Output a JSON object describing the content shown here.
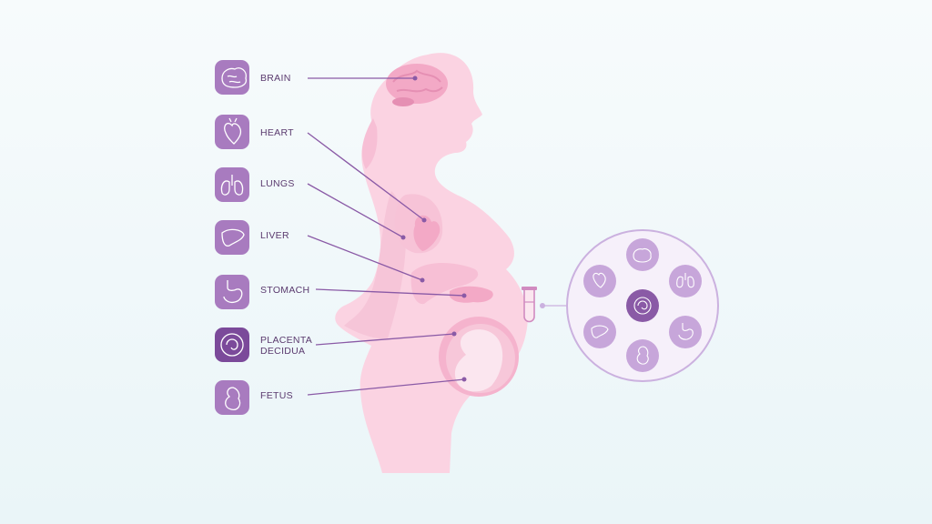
{
  "colors": {
    "tile": "#a87bbf",
    "tile_dark": "#7b4a9a",
    "leader_line": "#8a5aa6",
    "label_text": "#5a3a6e",
    "body_silhouette": "#fbd3e2",
    "organ": "#f3a9c6",
    "organ_dark": "#e58fb3",
    "circle_outline": "#cbb1df",
    "circle_fill": "#f6f0fa",
    "mini_tile": "#c7a6da"
  },
  "organs": [
    {
      "key": "brain",
      "label": "BRAIN",
      "icon": "brain-icon"
    },
    {
      "key": "heart",
      "label": "HEART",
      "icon": "heart-icon"
    },
    {
      "key": "lungs",
      "label": "LUNGS",
      "icon": "lungs-icon"
    },
    {
      "key": "liver",
      "label": "LIVER",
      "icon": "liver-icon"
    },
    {
      "key": "stomach",
      "label": "STOMACH",
      "icon": "stomach-icon"
    },
    {
      "key": "placenta",
      "label": "PLACENTA",
      "label2": "DECIDUA",
      "icon": "placenta-icon",
      "highlight": true
    },
    {
      "key": "fetus",
      "label": "FETUS",
      "icon": "fetus-icon"
    }
  ],
  "sample_panel": {
    "tube_icon": "test-tube-icon",
    "center_icon": "placenta-icon",
    "ring_icons": [
      "brain-icon",
      "lungs-icon",
      "stomach-icon",
      "fetus-icon",
      "liver-icon",
      "heart-icon"
    ]
  }
}
